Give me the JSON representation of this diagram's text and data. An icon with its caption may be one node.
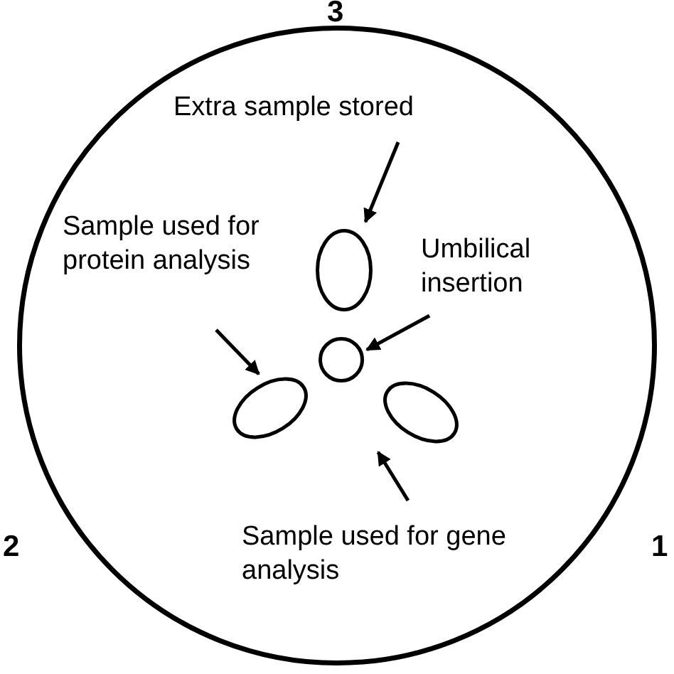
{
  "diagram": {
    "nodes": [
      {
        "text": [],
        "shape": "circle"
      },
      {
        "text": [
          "Extra sample stored"
        ],
        "in": 0
      },
      {
        "text": [
          "Sample used for protein analysis"
        ],
        "in": 0
      },
      {
        "text": [
          "Umbilical insertion"
        ],
        "in": 0
      },
      {
        "text": [],
        "shape": "ellipse",
        "in": 0
      },
      {
        "text": [],
        "shape": "circle",
        "in": 0
      },
      {
        "text": [],
        "shape": "ellipse",
        "in": 0
      },
      {
        "text": [],
        "shape": "ellipse",
        "in": 0
      },
      {
        "text": [
          "Sample used for gene analysis"
        ],
        "in": 0
      }
    ],
    "edges": [
      {
        "from": 1,
        "to": 4,
        "arrow": "to"
      },
      {
        "from": 2,
        "to": 6,
        "arrow": "to"
      },
      {
        "from": 3,
        "to": 5,
        "arrow": "to"
      },
      {
        "from": 8,
        "to": 7,
        "arrow": "to"
      }
    ],
    "labels": [
      "3",
      "2",
      "1"
    ]
  }
}
